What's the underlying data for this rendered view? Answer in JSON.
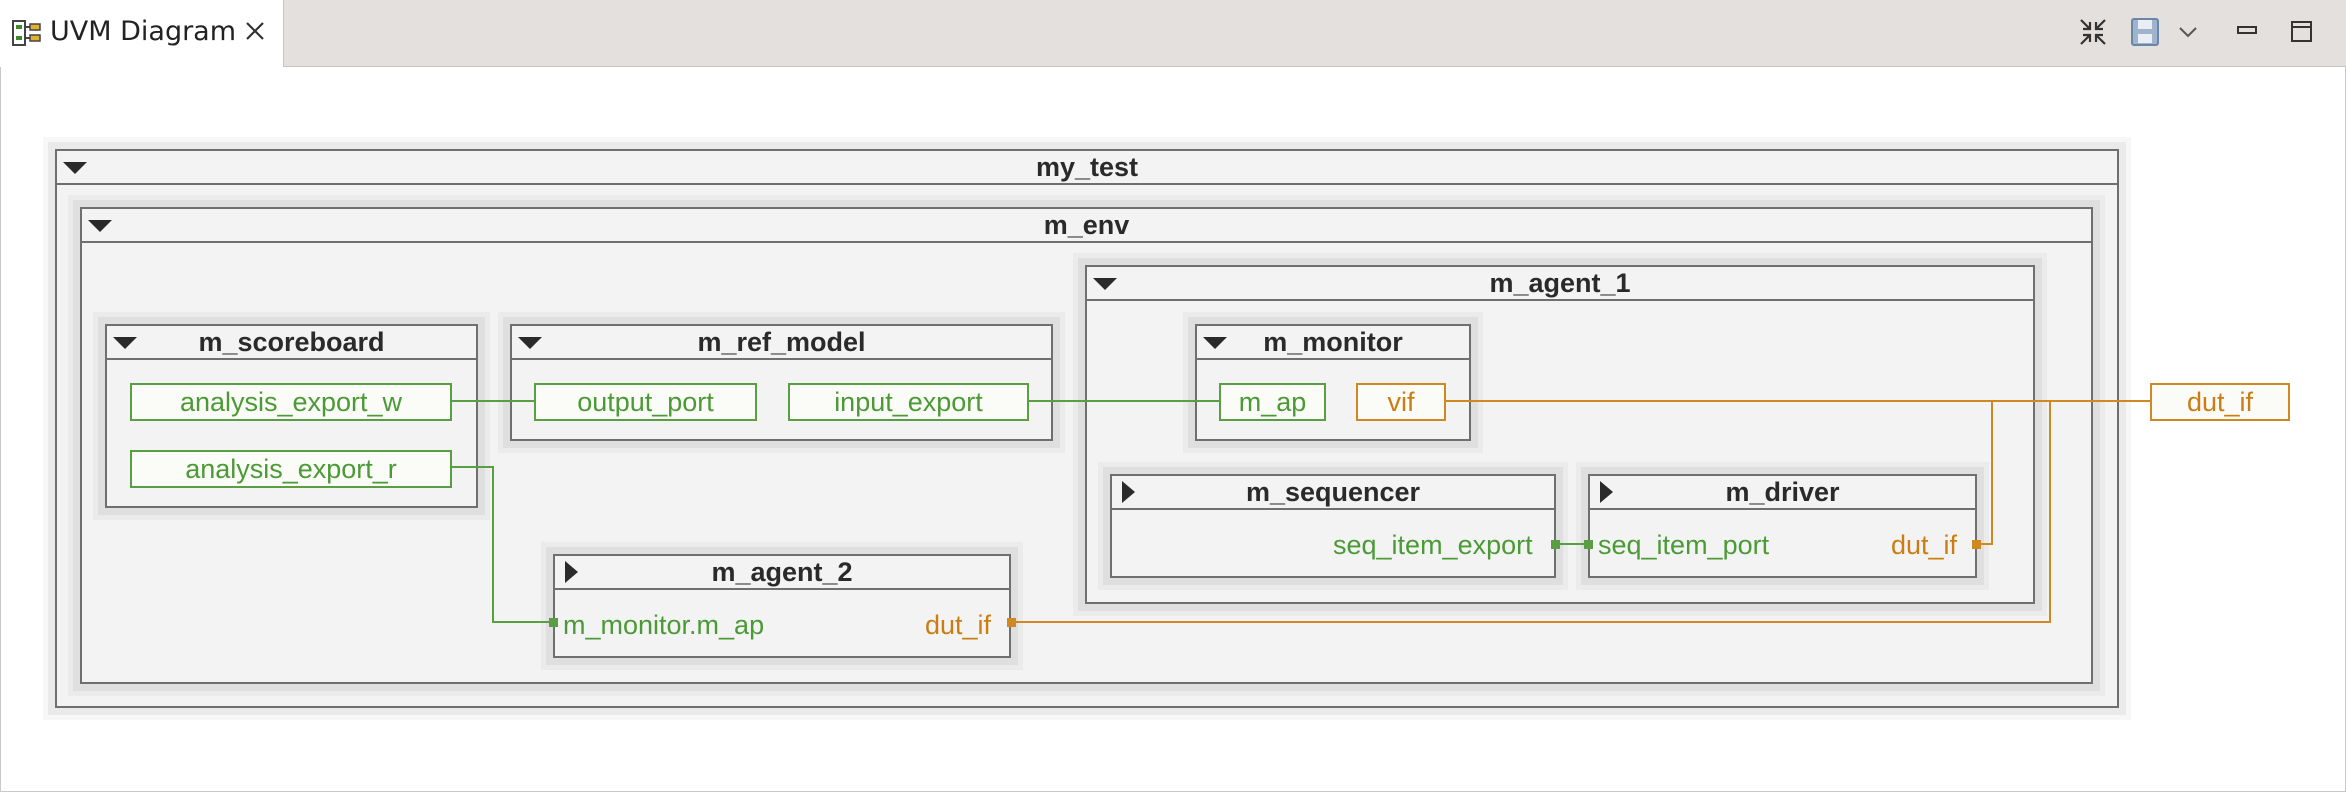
{
  "tab": {
    "title": "UVM Diagram"
  },
  "toolbar": {
    "icons": [
      "fit-to-view-icon",
      "save-icon",
      "chevron-down-icon",
      "minimize-icon",
      "maximize-icon"
    ]
  },
  "diagram": {
    "my_test": "my_test",
    "m_env": "m_env",
    "m_scoreboard": {
      "title": "m_scoreboard",
      "port_w": "analysis_export_w",
      "port_r": "analysis_export_r"
    },
    "m_ref_model": {
      "title": "m_ref_model",
      "output_port": "output_port",
      "input_export": "input_export"
    },
    "m_agent_1": "m_agent_1",
    "m_monitor": {
      "title": "m_monitor",
      "m_ap": "m_ap",
      "vif": "vif"
    },
    "m_sequencer": {
      "title": "m_sequencer",
      "seq_item_export": "seq_item_export"
    },
    "m_driver": {
      "title": "m_driver",
      "seq_item_port": "seq_item_port",
      "dut_if": "dut_if"
    },
    "m_agent_2": {
      "title": "m_agent_2",
      "m_monitor_ap": "m_monitor.m_ap",
      "dut_if": "dut_if"
    },
    "external_port": "dut_if"
  },
  "colors": {
    "tlm": "#5a9e44",
    "interface": "#d08820",
    "box_border": "#6f6f6f",
    "box_fill": "#f3f3f3"
  }
}
